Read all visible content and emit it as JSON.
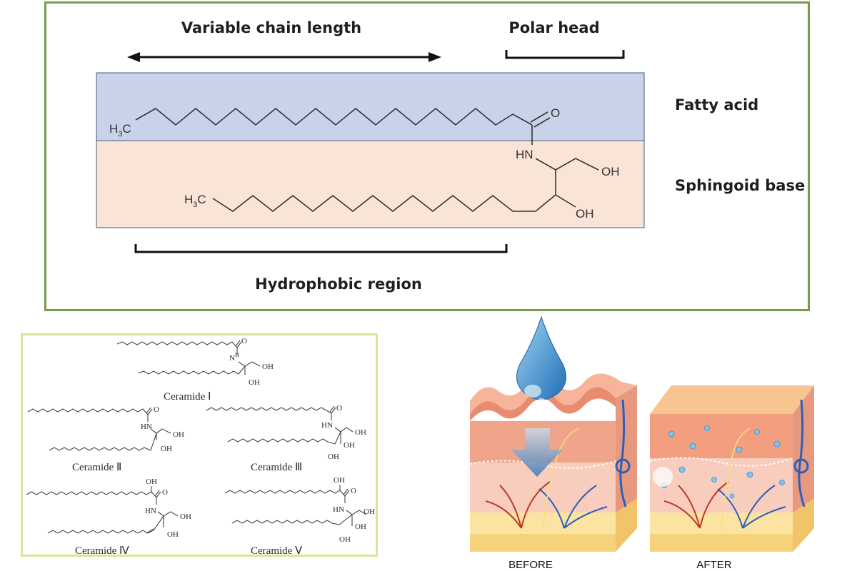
{
  "top_panel": {
    "variable_chain_label": "Variable chain length",
    "polar_head_label": "Polar head",
    "fatty_acid_label": "Fatty acid",
    "sphingoid_base_label": "Sphingoid base",
    "hydrophobic_label": "Hydrophobic region",
    "methyl_h": "H",
    "methyl_3": "3",
    "methyl_c": "C",
    "carbonyl_o": "O",
    "amide_nh": "HN",
    "hydroxyl_1": "OH",
    "hydroxyl_2": "OH"
  },
  "ceramides": {
    "c1": {
      "name": "Ceramide Ⅰ",
      "nh": "N",
      "h": "H",
      "oh1": "OH",
      "oh2": "OH",
      "o": "O"
    },
    "c2": {
      "name": "Ceramide Ⅱ",
      "nh": "HN",
      "oh1": "OH",
      "oh2": "OH",
      "o": "O"
    },
    "c3": {
      "name": "Ceramide Ⅲ",
      "nh": "HN",
      "oh1": "OH",
      "oh2": "OH",
      "oh3": "OH",
      "o": "O"
    },
    "c4": {
      "name": "Ceramide Ⅳ",
      "nh": "HN",
      "oh1": "OH",
      "oh2": "OH",
      "oh3": "OH",
      "o": "O"
    },
    "c5": {
      "name": "Ceramide Ⅴ",
      "nh": "HN",
      "oh1": "OH",
      "oh2": "OH",
      "oh3": "OH",
      "oh4": "OH",
      "o": "O"
    }
  },
  "skin": {
    "before_label": "BEFORE",
    "after_label": "AFTER"
  },
  "colors": {
    "frame_green": "#7a9a4e",
    "frame_yellow": "#d8e69a",
    "fatty_band": "#c8d3ea",
    "sphingoid_band": "#fae4d6",
    "water_blue": "#3f8ccf",
    "skin_pink": "#f4b9a0"
  }
}
